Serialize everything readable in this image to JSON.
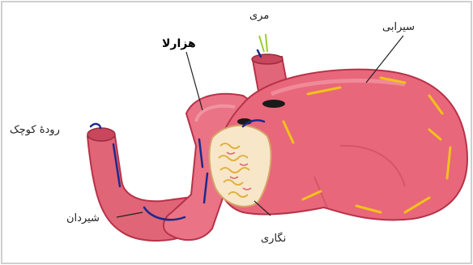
{
  "labels": {
    "esophagus": "مری",
    "fundus": "سیرابی",
    "abomasum_top": "هزارلا",
    "small_intestine": "رودهٔ کوچک",
    "duodenum": "شیردان",
    "reticulum": "نگاری"
  },
  "colors": {
    "organ": "#e8677a",
    "organ_dark": "#c83a55",
    "organ_light": "#f3a0aa",
    "arrow_yellow": "#f2c21a",
    "arrow_blue": "#1b2a8c",
    "inner_cream": "#f7e7c8"
  }
}
